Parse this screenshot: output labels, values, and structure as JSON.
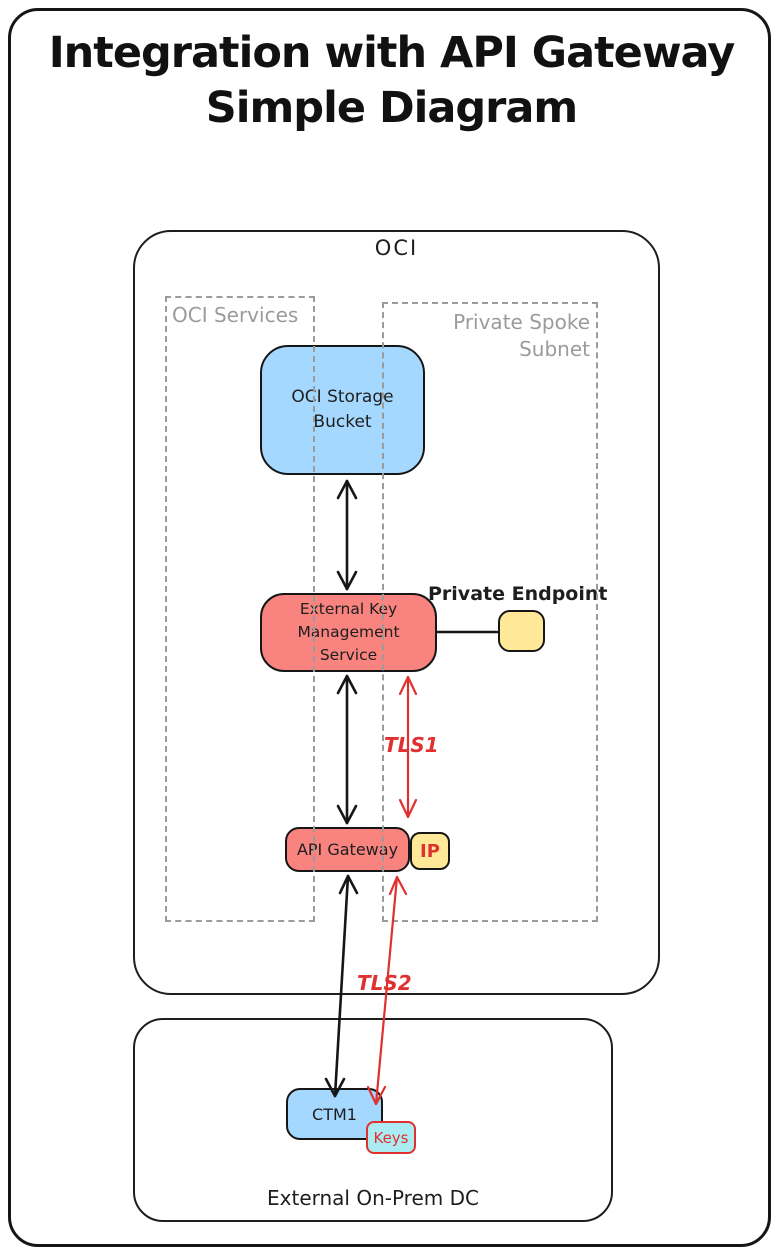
{
  "title": {
    "line1": "Integration with API Gateway",
    "line2": "Simple Diagram"
  },
  "containers": {
    "oci": {
      "label": "OCI"
    },
    "oci_services": {
      "label": "OCI Services"
    },
    "private_spoke_subnet": {
      "label": "Private Spoke Subnet"
    },
    "external_onprem_dc": {
      "label": "External On-Prem DC"
    }
  },
  "nodes": {
    "storage_bucket": {
      "label": "OCI Storage Bucket"
    },
    "ekms": {
      "label": "External Key Management Service"
    },
    "private_endpoint": {
      "label": "Private Endpoint"
    },
    "api_gateway": {
      "label": "API Gateway"
    },
    "ip": {
      "label": "IP"
    },
    "ctm1": {
      "label": "CTM1"
    },
    "keys": {
      "label": "Keys"
    }
  },
  "edges": {
    "tls1": {
      "label": "TLS1"
    },
    "tls2": {
      "label": "TLS2"
    }
  },
  "colors": {
    "node_blue": "#a5d8ff",
    "node_red": "#f8837f",
    "node_yellow": "#ffe999",
    "node_cyan": "#abecf2",
    "accent_red": "#e03131",
    "stroke_black": "#161616",
    "dashed_gray": "#9b9b9b"
  }
}
